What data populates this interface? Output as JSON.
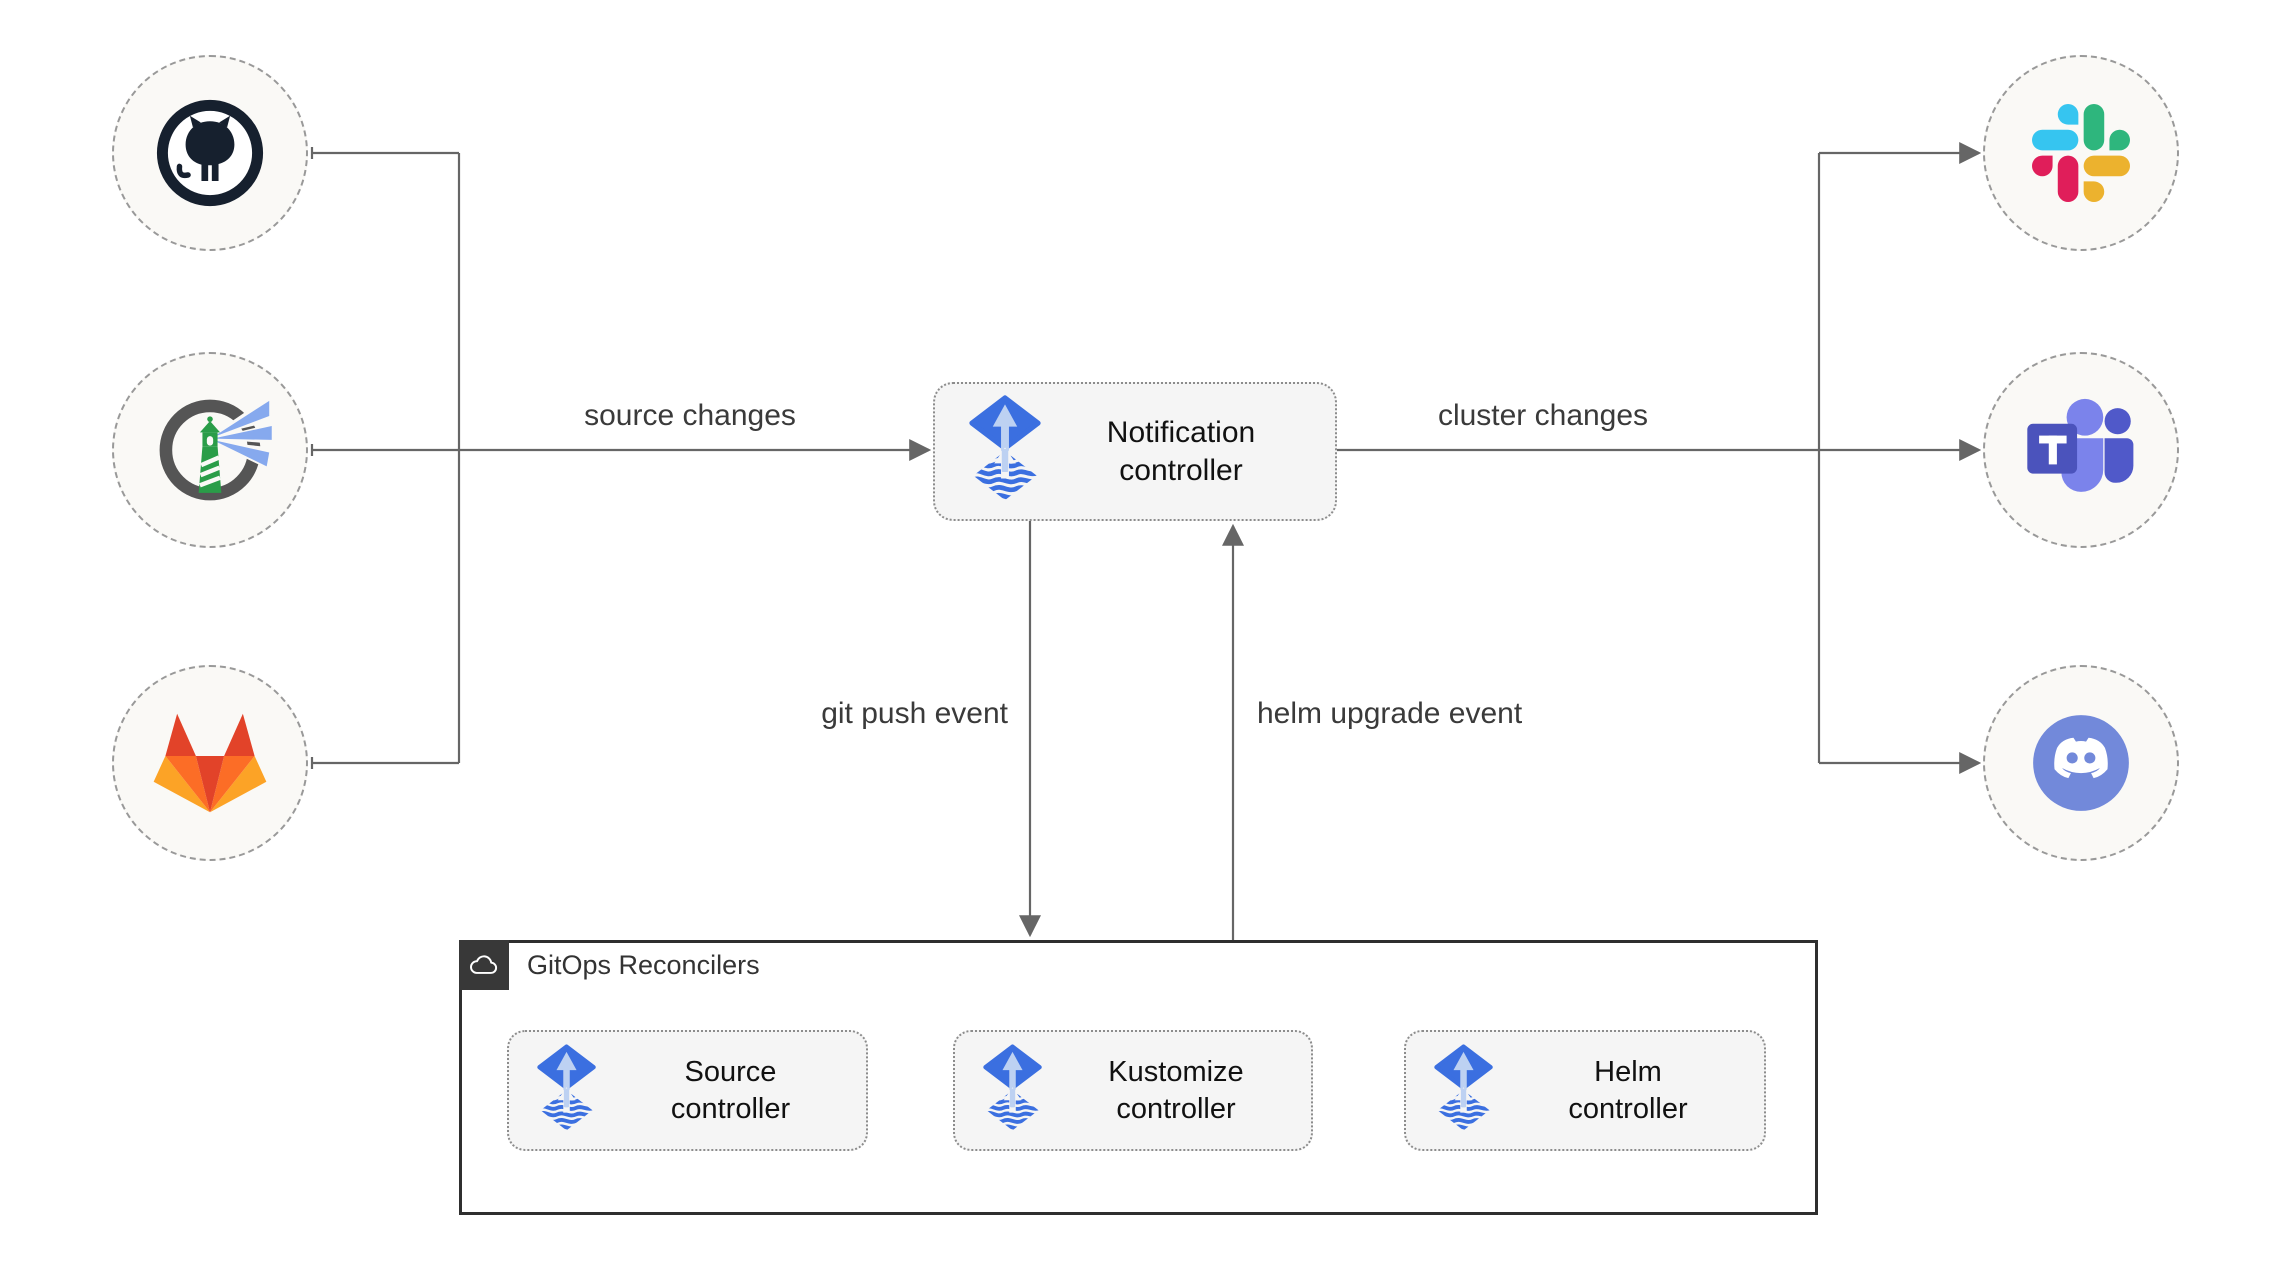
{
  "diagram_type": "flux-gitops-notification-architecture",
  "edge_labels": {
    "source_changes": "source changes",
    "cluster_changes": "cluster changes",
    "git_push_event": "git push event",
    "helm_upgrade_event": "helm upgrade event"
  },
  "nodes": {
    "notification": {
      "line1": "Notification",
      "line2": "controller",
      "icon": "flux-icon"
    },
    "source": {
      "line1": "Source",
      "line2": "controller",
      "icon": "flux-icon"
    },
    "kustomize": {
      "line1": "Kustomize",
      "line2": "controller",
      "icon": "flux-icon"
    },
    "helm": {
      "line1": "Helm",
      "line2": "controller",
      "icon": "flux-icon"
    },
    "github": {
      "icon": "github-icon"
    },
    "harbor": {
      "icon": "harbor-icon"
    },
    "gitlab": {
      "icon": "gitlab-icon"
    },
    "slack": {
      "icon": "slack-icon"
    },
    "teams": {
      "icon": "microsoft-teams-icon"
    },
    "discord": {
      "icon": "discord-icon"
    }
  },
  "container": {
    "title": "GitOps Reconcilers",
    "icon": "cloud-icon"
  },
  "colors": {
    "flux_blue": "#3b6fe0",
    "flux_arrow": "#bdd1f2",
    "line_gray": "#666666",
    "box_fill": "#f5f5f5",
    "container_border": "#2f2f2f",
    "circle_fill": "#faf9f6",
    "circle_border": "#999999",
    "github_dark": "#16202e",
    "harbor_gray": "#555555",
    "harbor_green": "#2a9d48",
    "harbor_beam": "#86a9ee",
    "gitlab_red": "#e24329",
    "gitlab_orange": "#fc6d26",
    "gitlab_yellow": "#fca326",
    "slack_blue": "#36C5F0",
    "slack_green": "#2EB67D",
    "slack_red": "#E01E5A",
    "slack_yellow": "#ECB22E",
    "teams_dark": "#4B53BC",
    "teams_mid": "#5059C9",
    "teams_light": "#7B83EB",
    "discord_blurple": "#7289DA"
  }
}
